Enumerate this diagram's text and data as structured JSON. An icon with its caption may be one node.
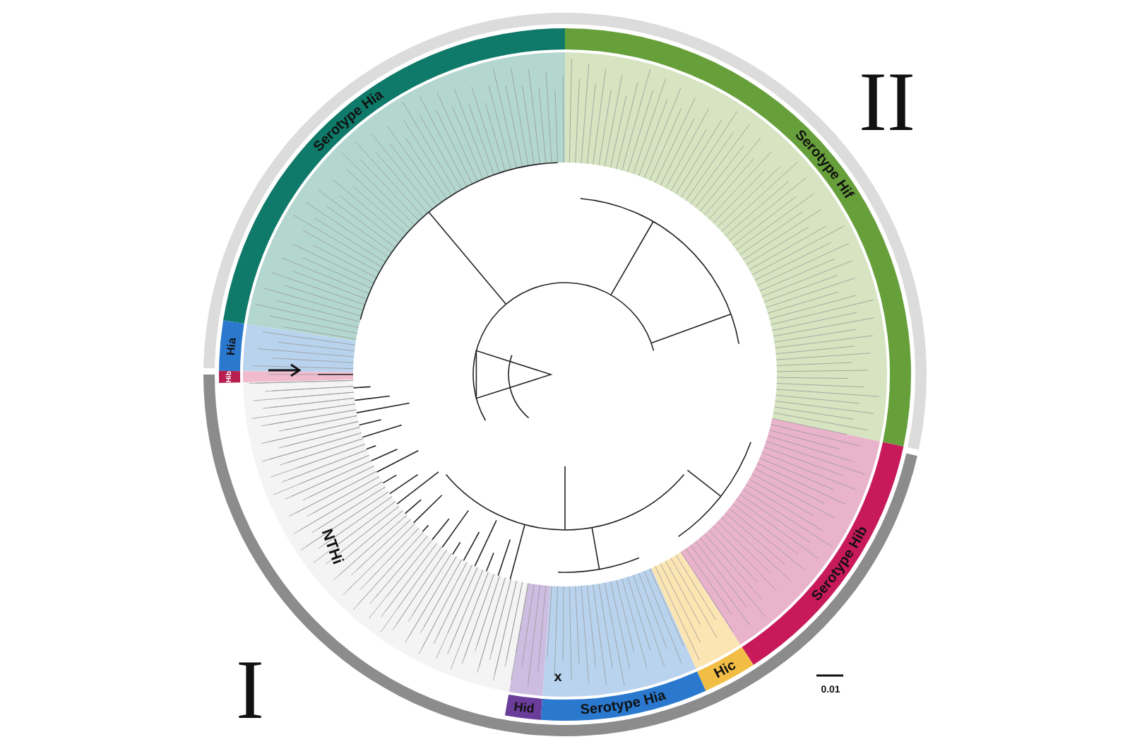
{
  "diagram": {
    "labels": [
      "II",
      "Serotype Hia",
      "Serotype Hif",
      "Hia",
      "Hib",
      "NTHi",
      "Serotype Hib",
      "x",
      "Hic",
      "Hid",
      "Serotype Hia",
      "I",
      "0.01"
    ]
  }
}
